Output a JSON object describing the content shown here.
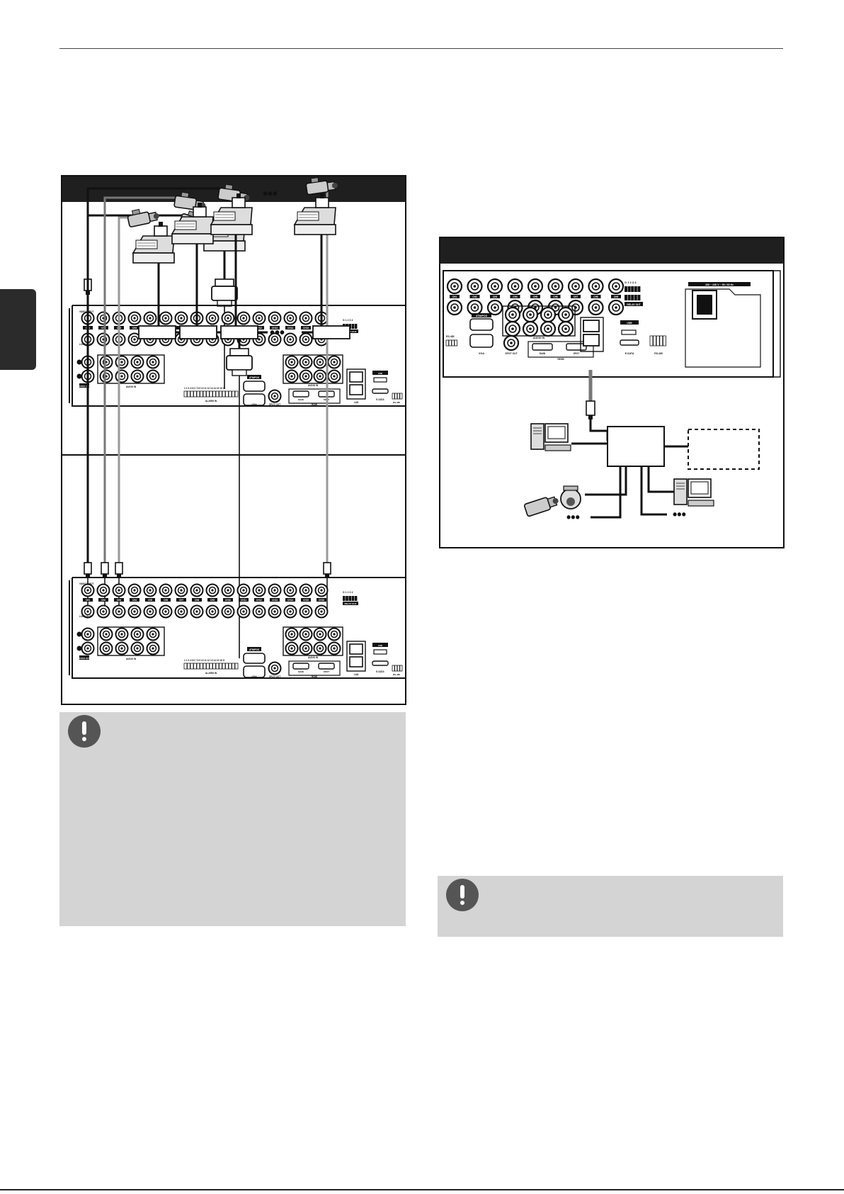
{
  "panel": {
    "video_input": "VIDEO INPUT",
    "loop_out": "LOOP OUT",
    "audio_out": "AUDIO OUT",
    "audio_in": "AUDIO IN",
    "relay_out": "RELAY OUT",
    "alarm_in": "ALARM IN",
    "rs485": "RS-485",
    "atm_pos": "ATM/POS",
    "vga": "VGA",
    "spot_out": "SPOT OUT",
    "main": "MAIN",
    "spot": "SPOT",
    "hdmi": "HDMI",
    "lan": "LAN",
    "usb": "USB",
    "esata": "E-SATA",
    "power": "100 ~ 240 V ~ 50 / 60 Hz",
    "channels": [
      "CH1",
      "CH2",
      "CH3",
      "CH4",
      "CH5",
      "CH6",
      "CH7",
      "CH8",
      "CH9",
      "CH10",
      "CH11",
      "CH12",
      "CH13",
      "CH14",
      "CH15",
      "CH16"
    ],
    "alarm_numbers": "1 2 3 4 5 6 7 8 9 10 11 12 13 14 15 16 G",
    "relay_numbers": "G 1 2 3 4"
  },
  "ellipsis": "•••"
}
